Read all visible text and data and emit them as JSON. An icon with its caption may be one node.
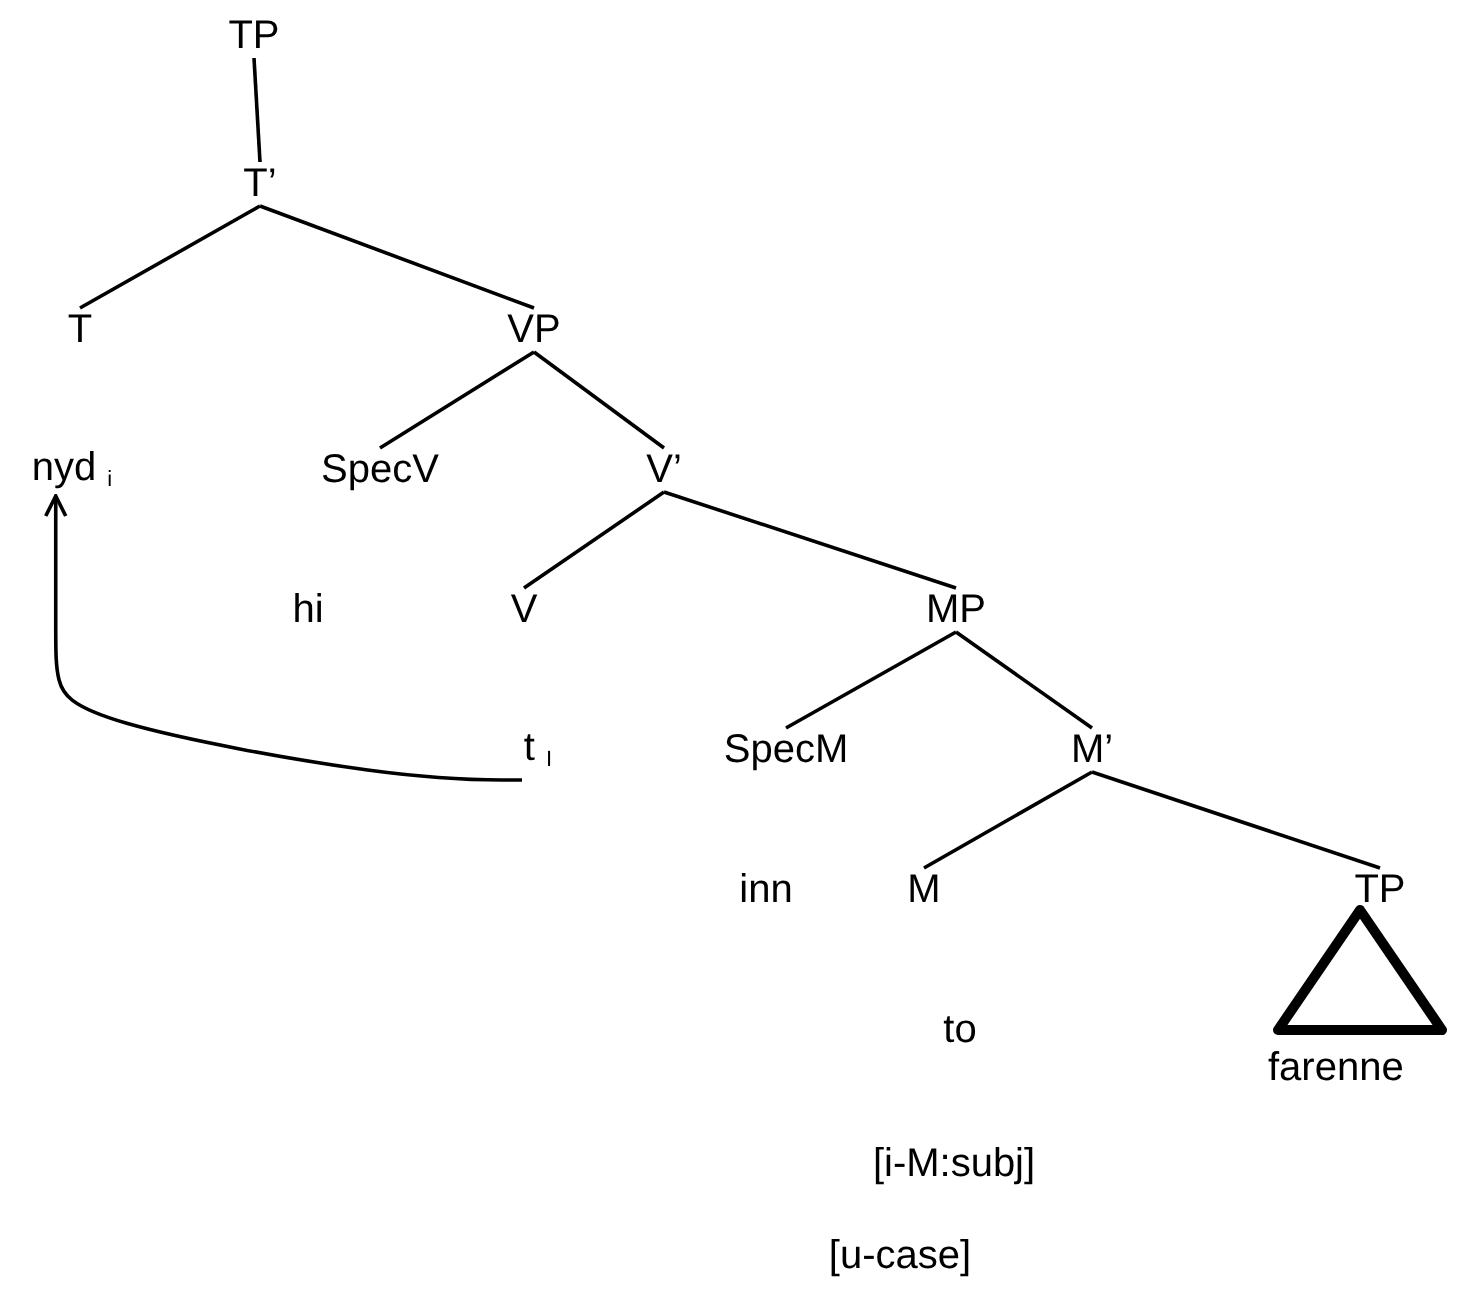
{
  "diagram": {
    "nodes": [
      {
        "text": [
          "TP"
        ]
      },
      {
        "text": [
          "T’"
        ]
      },
      {
        "text": [
          "T"
        ]
      },
      {
        "text": [
          "VP"
        ]
      },
      {
        "text": [
          "nyd $_{i}$"
        ]
      },
      {
        "text": [
          "SpecV"
        ]
      },
      {
        "text": [
          "V’"
        ]
      },
      {
        "text": [
          "V"
        ]
      },
      {
        "text": [
          "MP"
        ]
      },
      {
        "text": [
          "t $_{I}$"
        ]
      },
      {
        "text": [
          "SpecM"
        ]
      },
      {
        "text": [
          "M’"
        ]
      },
      {
        "text": [
          "M"
        ]
      },
      {
        "text": [
          "TP"
        ]
      },
      {
        "text": [],
        "shape": "triangle",
        "beside": [
          "farenne"
        ]
      }
    ],
    "edges": [
      {
        "from": 0,
        "to": 1,
        "arrow": "none"
      },
      {
        "from": 1,
        "to": 2,
        "arrow": "none"
      },
      {
        "from": 1,
        "to": 3,
        "arrow": "none"
      },
      {
        "from": 3,
        "to": 5,
        "arrow": "none"
      },
      {
        "from": 3,
        "to": 6,
        "arrow": "none"
      },
      {
        "from": 6,
        "to": 7,
        "arrow": "none"
      },
      {
        "from": 6,
        "to": 8,
        "arrow": "none"
      },
      {
        "from": 8,
        "to": 10,
        "arrow": "none"
      },
      {
        "from": 8,
        "to": 11,
        "arrow": "none"
      },
      {
        "from": 11,
        "to": 12,
        "arrow": "none"
      },
      {
        "from": 11,
        "to": 13,
        "arrow": "none"
      },
      {
        "from": 9,
        "to": 4,
        "arrow": "to"
      }
    ],
    "labels": [
      "hi",
      "inn",
      "to",
      "[i-M:subj]",
      "[u-case]"
    ]
  }
}
